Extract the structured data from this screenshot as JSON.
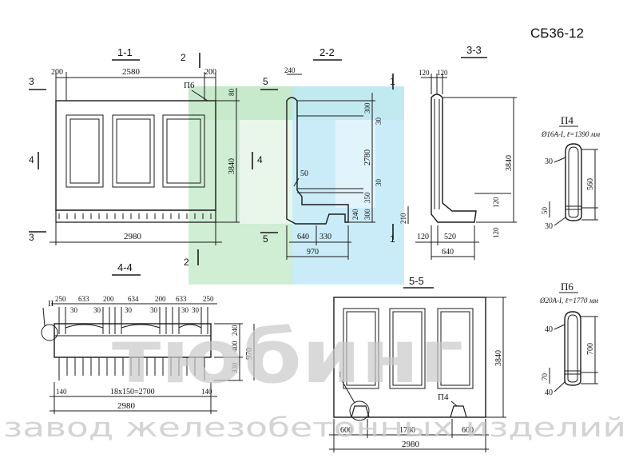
{
  "title": "СБ36-12",
  "watermark": {
    "brand": "тюбинг",
    "tagline": "завод железобетонных изделий",
    "colors": {
      "green": "#bfe8c4",
      "blue": "#b8e6f6",
      "text": "#c9c9c9"
    }
  },
  "sections": {
    "s11": {
      "label": "1-1",
      "dims": {
        "w_left": "200",
        "w_mid": "2580",
        "w_right": "200",
        "height": "3840",
        "top": "80",
        "total": "2980"
      },
      "markers": {
        "p6": "П6",
        "cut3": "3",
        "cut4": "4",
        "cut2": "2"
      }
    },
    "s22": {
      "label": "2-2",
      "dims": {
        "top": "240",
        "d300a": "300",
        "d30a": "30",
        "d2780": "2780",
        "d30b": "30",
        "d350": "350",
        "d240": "240",
        "d300b": "300",
        "d50": "50",
        "b640": "640",
        "b330": "330",
        "b970": "970"
      },
      "markers": {
        "cut5": "5",
        "cut1": "1"
      }
    },
    "s33": {
      "label": "3-3",
      "dims": {
        "top_l": "120",
        "top_r": "120",
        "height": "3840",
        "d210": "210",
        "d120r": "120",
        "d120v": "120",
        "b120": "120",
        "b520": "520",
        "b640": "640"
      }
    },
    "s44": {
      "label": "4-4",
      "dims": {
        "t250a": "250",
        "t633a": "633",
        "t200a": "200",
        "t634": "634",
        "t200b": "200",
        "t633b": "633",
        "t250b": "250",
        "d30": "30",
        "r240": "240",
        "r400": "400",
        "r330": "330",
        "r970": "970",
        "b140a": "140",
        "b_mid": "18x150=2700",
        "b140b": "140",
        "total": "2980"
      },
      "markers": {
        "node2": "II"
      }
    },
    "s55": {
      "label": "5-5",
      "dims": {
        "height": "3840",
        "b600a": "600",
        "b1780": "1780",
        "b600b": "600",
        "total": "2980"
      },
      "markers": {
        "node1": "I",
        "p4": "П4"
      }
    }
  },
  "loops": {
    "p4": {
      "name": "П4",
      "spec": "Ø16А-I, ℓ=1390 мм",
      "d30a": "30",
      "d560": "560",
      "d50": "50",
      "d30b": "30"
    },
    "p6": {
      "name": "П6",
      "spec": "Ø20А-I, ℓ=1770 мм",
      "d40a": "40",
      "d700": "700",
      "d70": "70",
      "d40b": "40"
    }
  }
}
